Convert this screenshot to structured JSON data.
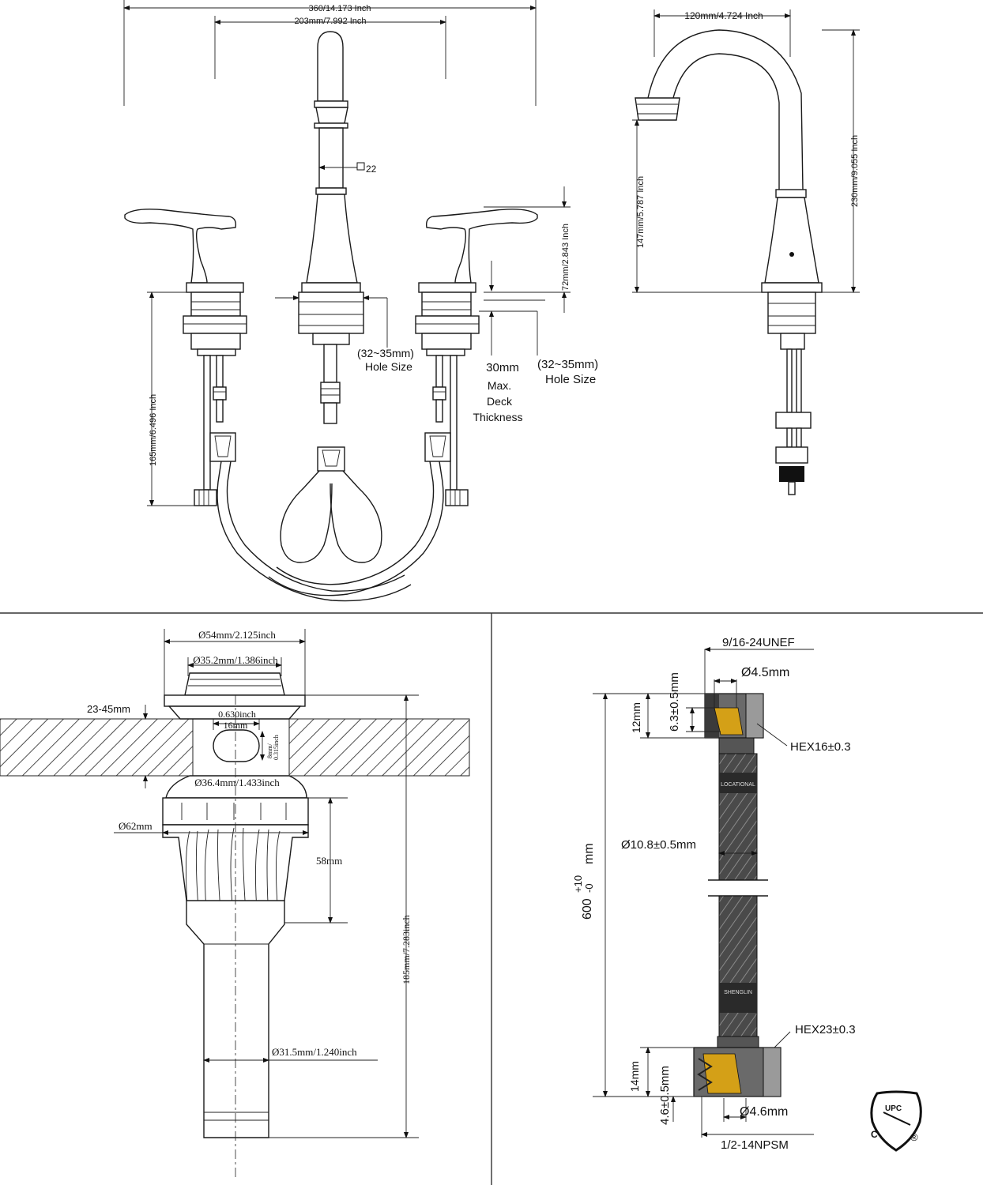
{
  "faucet_front": {
    "overall_width": "360/14.173 Inch",
    "spread": "203mm/7.992 Inch",
    "spout_square": "22",
    "handle_height": "72mm/2.843 Inch",
    "shank_length": "165mm/6.496 Inch",
    "hole_size_center": [
      "(32~35mm)",
      "Hole Size"
    ],
    "hole_size_right": [
      "(32~35mm)",
      "Hole Size"
    ],
    "deck_thickness": [
      "30mm",
      "Max.",
      "Deck",
      "Thickness"
    ]
  },
  "faucet_side": {
    "reach": "120mm/4.724 Inch",
    "spout_height": "147mm/5.787 Inch",
    "total_height": "230mm/9.055 Inch"
  },
  "drain": {
    "flange_dia": "Ø54mm/2.125inch",
    "cap_dia": "Ø35.2mm/1.386inch",
    "counter_thickness": "23-45mm",
    "overflow_width_in": "0.630inch",
    "overflow_width_mm": "16mm",
    "overflow_height": [
      "8mm/",
      "0.315inch"
    ],
    "body_dia": "Ø36.4mm/1.433inch",
    "nut_dia": "Ø62mm",
    "nut_height": "58mm",
    "total_length": "185mm/7.283inch",
    "tail_dia": "Ø31.5mm/1.240inch"
  },
  "hose": {
    "top_thread": "9/16-24UNEF",
    "top_bore": "Ø4.5mm",
    "top_depth": "6.3±0.5mm",
    "top_length": "12mm",
    "top_hex": "HEX16±0.3",
    "hose_dia": "Ø10.8±0.5mm",
    "length": "600",
    "tol_plus": "+10",
    "tol_minus": "-0",
    "length_unit": "mm",
    "bottom_hex": "HEX23±0.3",
    "bottom_length": "14mm",
    "bottom_depth": "4.6±0.5mm",
    "bottom_bore": "Ø4.6mm",
    "bottom_thread": "1/2-14NPSM",
    "print_1": "LOCATIONAL",
    "print_2": "SHENGLIN"
  },
  "cert": {
    "logo": "UPC",
    "left_mark": "C",
    "right_mark": "®"
  }
}
